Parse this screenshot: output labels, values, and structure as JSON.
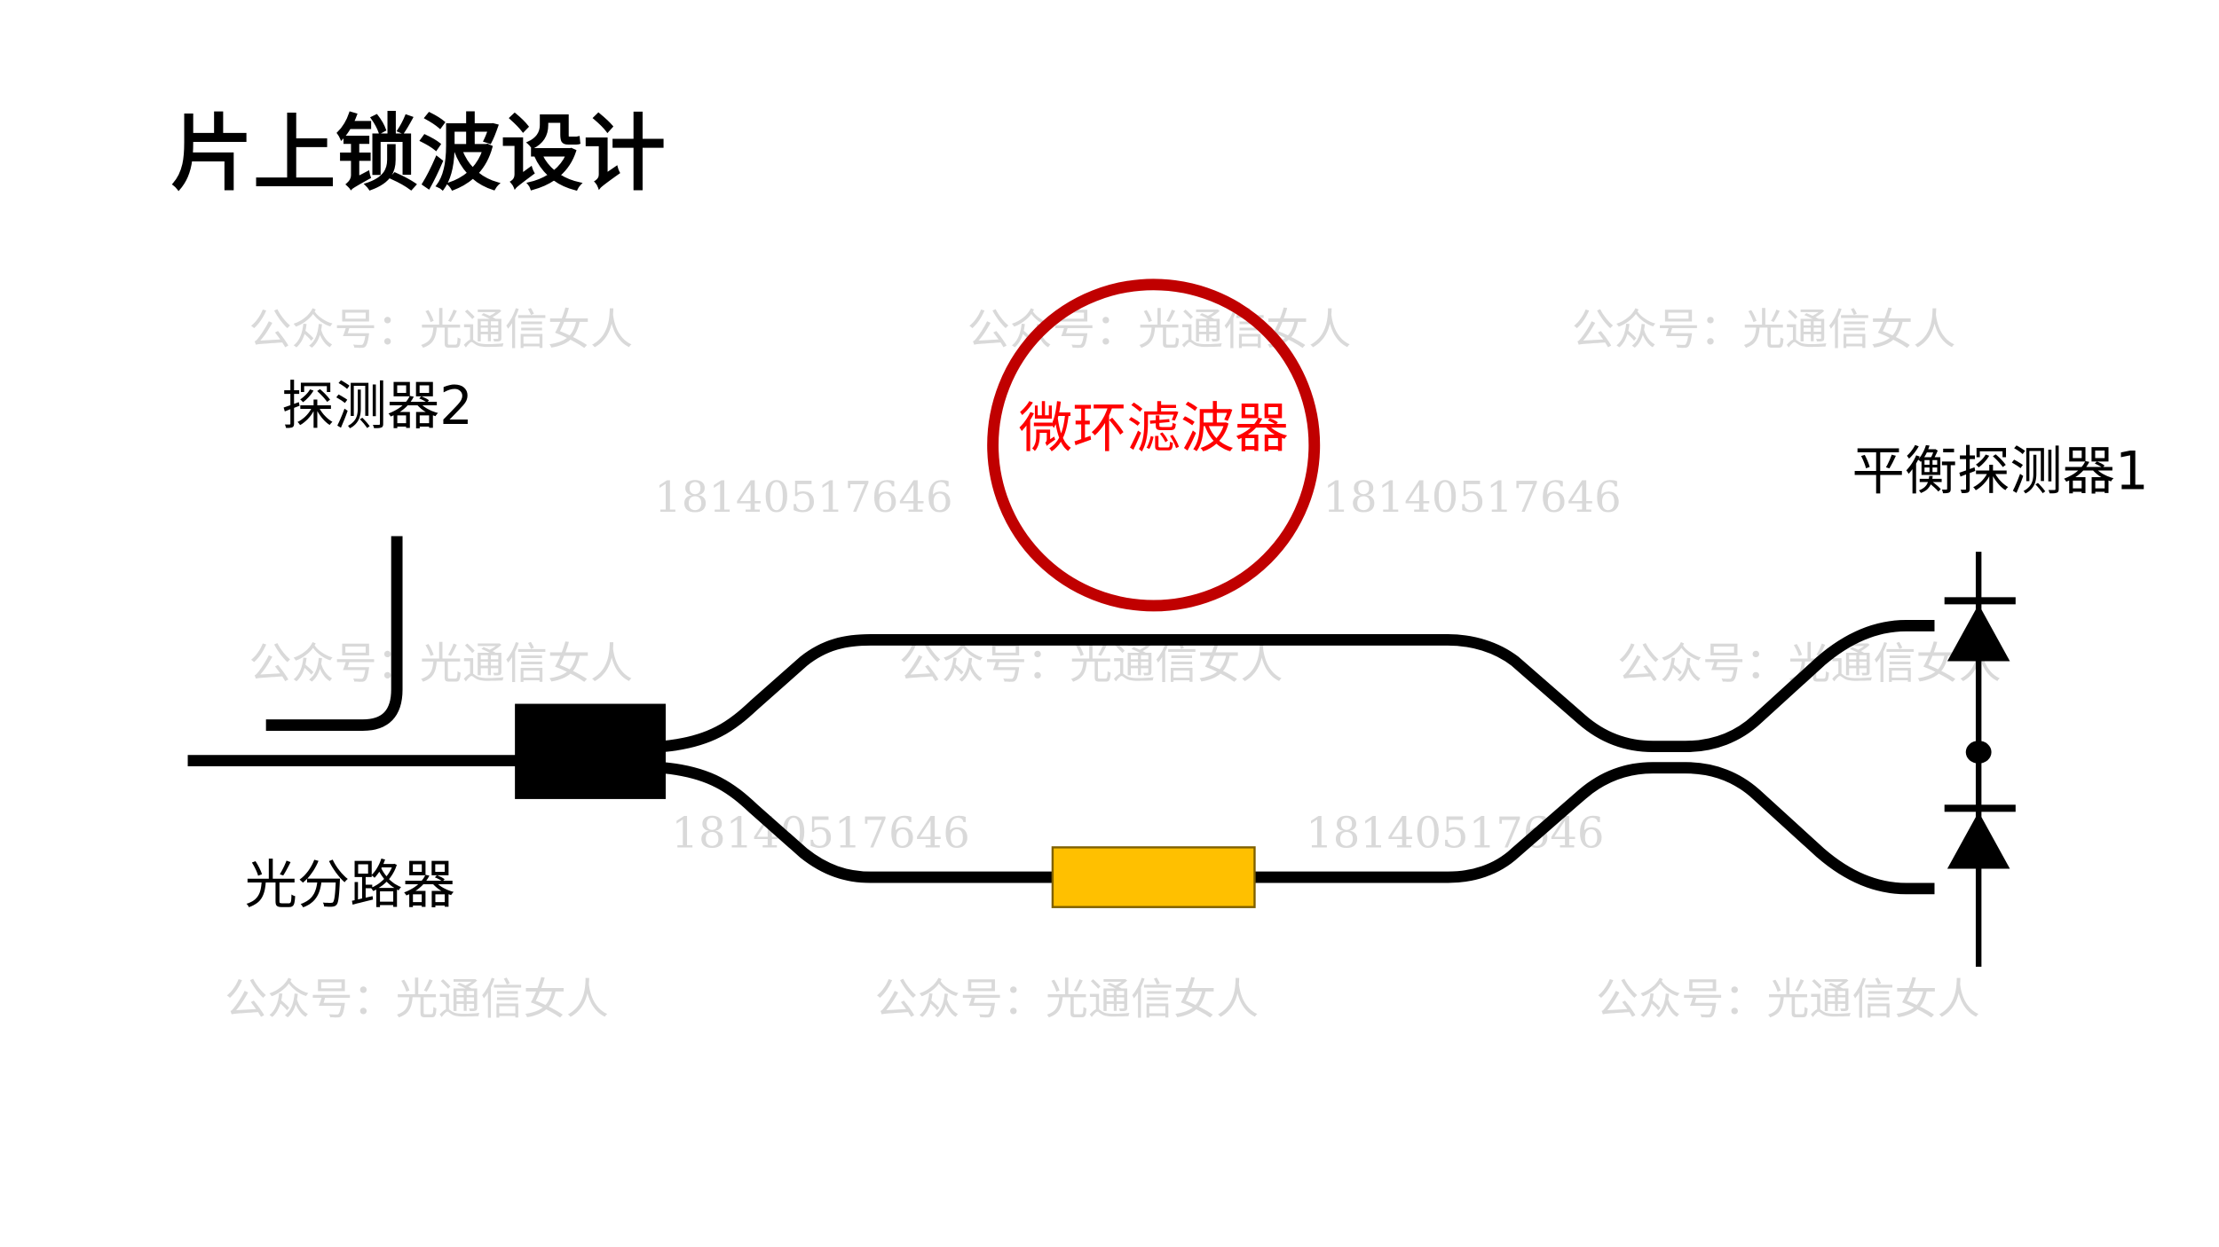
{
  "title": "片上锁波设计",
  "labels": {
    "detector2": "探测器2",
    "splitter": "光分路器",
    "microring": "微环滤波器",
    "balanced_detector": "平衡探测器1"
  },
  "watermarks": {
    "account": "公众号：光通信女人",
    "phone": "18140517646"
  },
  "colors": {
    "ring": "#c00000",
    "ring_label": "#ff0000",
    "phase_shifter": "#ffc000"
  }
}
